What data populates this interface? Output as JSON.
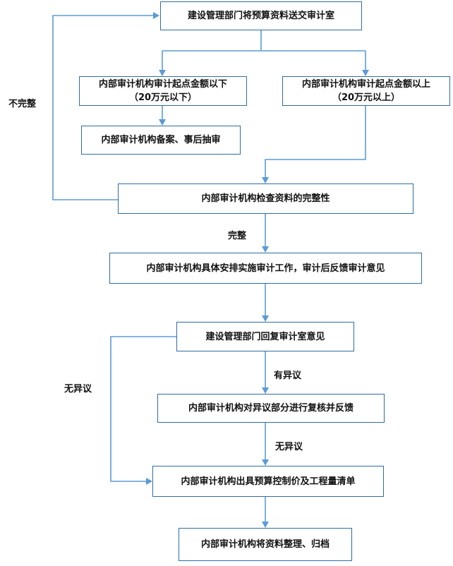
{
  "nodes": {
    "n1": "建设管理部门将预算资料送交审计室",
    "n2": {
      "line1": "内部审计机构审计起点金额以下",
      "line2": "（20万元以下）"
    },
    "n3": {
      "line1": "内部审计机构审计起点金额以上",
      "line2": "（20万元以上）"
    },
    "n4": "内部审计机构备案、事后抽审",
    "n5": "内部审计机构检查资料的完整性",
    "n6": "内部审计机构具体安排实施审计工作，审计后反馈审计意见",
    "n7": "建设管理部门回复审计室意见",
    "n8": "内部审计机构对异议部分进行复核并反馈",
    "n9": "内部审计机构出具预算控制价及工程量清单",
    "n10": "内部审计机构将资料整理、归档"
  },
  "labels": {
    "incomplete": "不完整",
    "complete": "完整",
    "no_objection_left": "无异议",
    "has_objection": "有异议",
    "no_objection_mid": "无异议"
  },
  "colors": {
    "border": "#2e6da4",
    "arrow": "#5b9bd5",
    "text": "#111111"
  }
}
